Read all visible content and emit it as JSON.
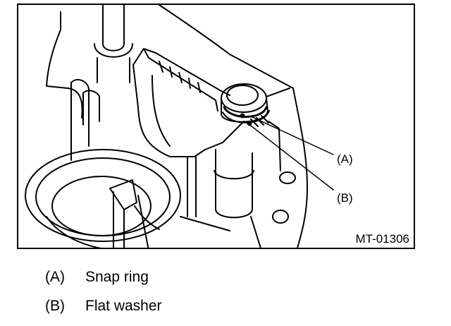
{
  "figure": {
    "figure_id": "MT-01306",
    "callouts": [
      {
        "code": "(A)"
      },
      {
        "code": "(B)"
      }
    ]
  },
  "legend": [
    {
      "code": "(A)",
      "description": "Snap ring"
    },
    {
      "code": "(B)",
      "description": "Flat washer"
    }
  ]
}
